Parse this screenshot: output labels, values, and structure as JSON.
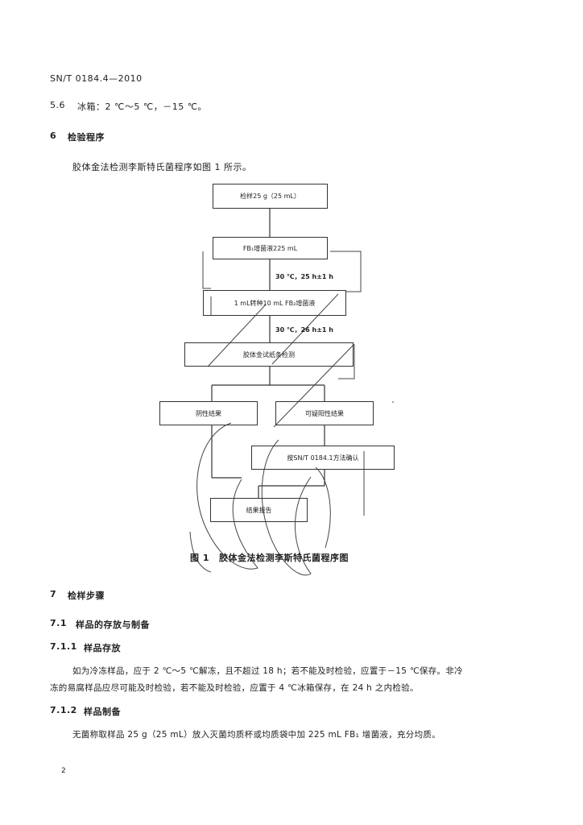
{
  "header": {
    "standard_no": "SN/T 0184.4—2010"
  },
  "item_5_6": {
    "num": "5.6",
    "text": "冰箱：2 ℃～5 ℃，－15 ℃。"
  },
  "section_6": {
    "num": "6",
    "title": "检验程序"
  },
  "section_6_intro": "胶体金法检测李斯特氏菌程序如图 1 所示。",
  "flowchart": {
    "step1": "检样25 g（25 mL）",
    "step2": "FB₁增菌液225 mL",
    "incubation1": "30 ℃，25 h±1 h",
    "step3": "1 mL转种10 mL FB₂增菌液",
    "incubation2": "30 ℃，26 h±1 h",
    "step4": "胶体金试纸条检测",
    "negative": "阴性结果",
    "positive": "可疑阳性结果",
    "confirm": "按SN/T 0184.1方法确认",
    "report": "结果报告"
  },
  "figure_caption": {
    "num": "图 1",
    "text": "胶体金法检测李斯特氏菌程序图"
  },
  "section_7": {
    "num": "7",
    "title": "检样步骤"
  },
  "section_7_1": {
    "num": "7.1",
    "title": "样品的存放与制备"
  },
  "section_7_1_1": {
    "num": "7.1.1",
    "title": "样品存放",
    "line1": "如为冷冻样品，应于 2 ℃～5 ℃解冻，且不超过 18 h；若不能及时检验，应置于－15 ℃保存。非冷",
    "line2": "冻的易腐样品应尽可能及时检验，若不能及时检验，应置于 4 ℃冰箱保存，在 24 h 之内检验。"
  },
  "section_7_1_2": {
    "num": "7.1.2",
    "title": "样品制备",
    "line1": "无菌称取样品 25 g（25 mL）放入灭菌均质杯或均质袋中加 225 mL FB₁ 增菌液，充分均质。"
  },
  "footer": {
    "page_number": "2"
  }
}
